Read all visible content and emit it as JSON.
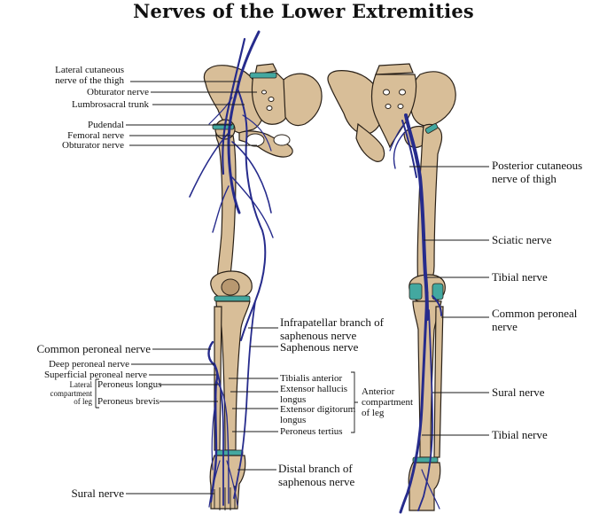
{
  "title": "Nerves of the Lower Extremities",
  "colors": {
    "bone": "#D8BE98",
    "bone_stroke": "#2A2118",
    "nerve": "#262B8C",
    "cartilage": "#43A8A0",
    "line": "#1a1a1a"
  },
  "left_labels": {
    "lat_cut_1": "Lateral cutaneous",
    "lat_cut_2": "nerve of the thigh",
    "obturator_top": "Obturator nerve",
    "lumbrosacral": "Lumbrosacral trunk",
    "pudendal": "Pudendal",
    "femoral": "Femoral nerve",
    "obturator_bottom": "Obturator nerve",
    "common_peroneal": "Common peroneal nerve",
    "deep_peroneal": "Deep peroneal nerve",
    "superficial_peroneal": "Superficial peroneal nerve",
    "lateral_comp_1": "Lateral",
    "lateral_comp_2": "compartment",
    "lateral_comp_3": "of leg",
    "peroneus_longus": "Peroneus longus",
    "peroneus_brevis": "Peroneus brevis",
    "sural": "Sural nerve"
  },
  "center_labels": {
    "infrapatellar_1": "Infrapatellar branch of",
    "infrapatellar_2": "saphenous nerve",
    "saphenous": "Saphenous nerve",
    "tibialis_anterior": "Tibialis anterior",
    "ext_hallucis_1": "Extensor hallucis",
    "ext_hallucis_2": "longus",
    "ext_digitorum_1": "Extensor digitorum",
    "ext_digitorum_2": "longus",
    "peroneus_tertius": "Peroneus tertius",
    "anterior_comp_1": "Anterior",
    "anterior_comp_2": "compartment",
    "anterior_comp_3": "of leg",
    "distal_saph_1": "Distal branch of",
    "distal_saph_2": "saphenous nerve"
  },
  "right_labels": {
    "post_cut_1": "Posterior cutaneous",
    "post_cut_2": "nerve of thigh",
    "sciatic": "Sciatic nerve",
    "tibial_top": "Tibial nerve",
    "common_peroneal_1": "Common peroneal",
    "common_peroneal_2": "nerve",
    "sural": "Sural nerve",
    "tibial_bottom": "Tibial nerve"
  }
}
